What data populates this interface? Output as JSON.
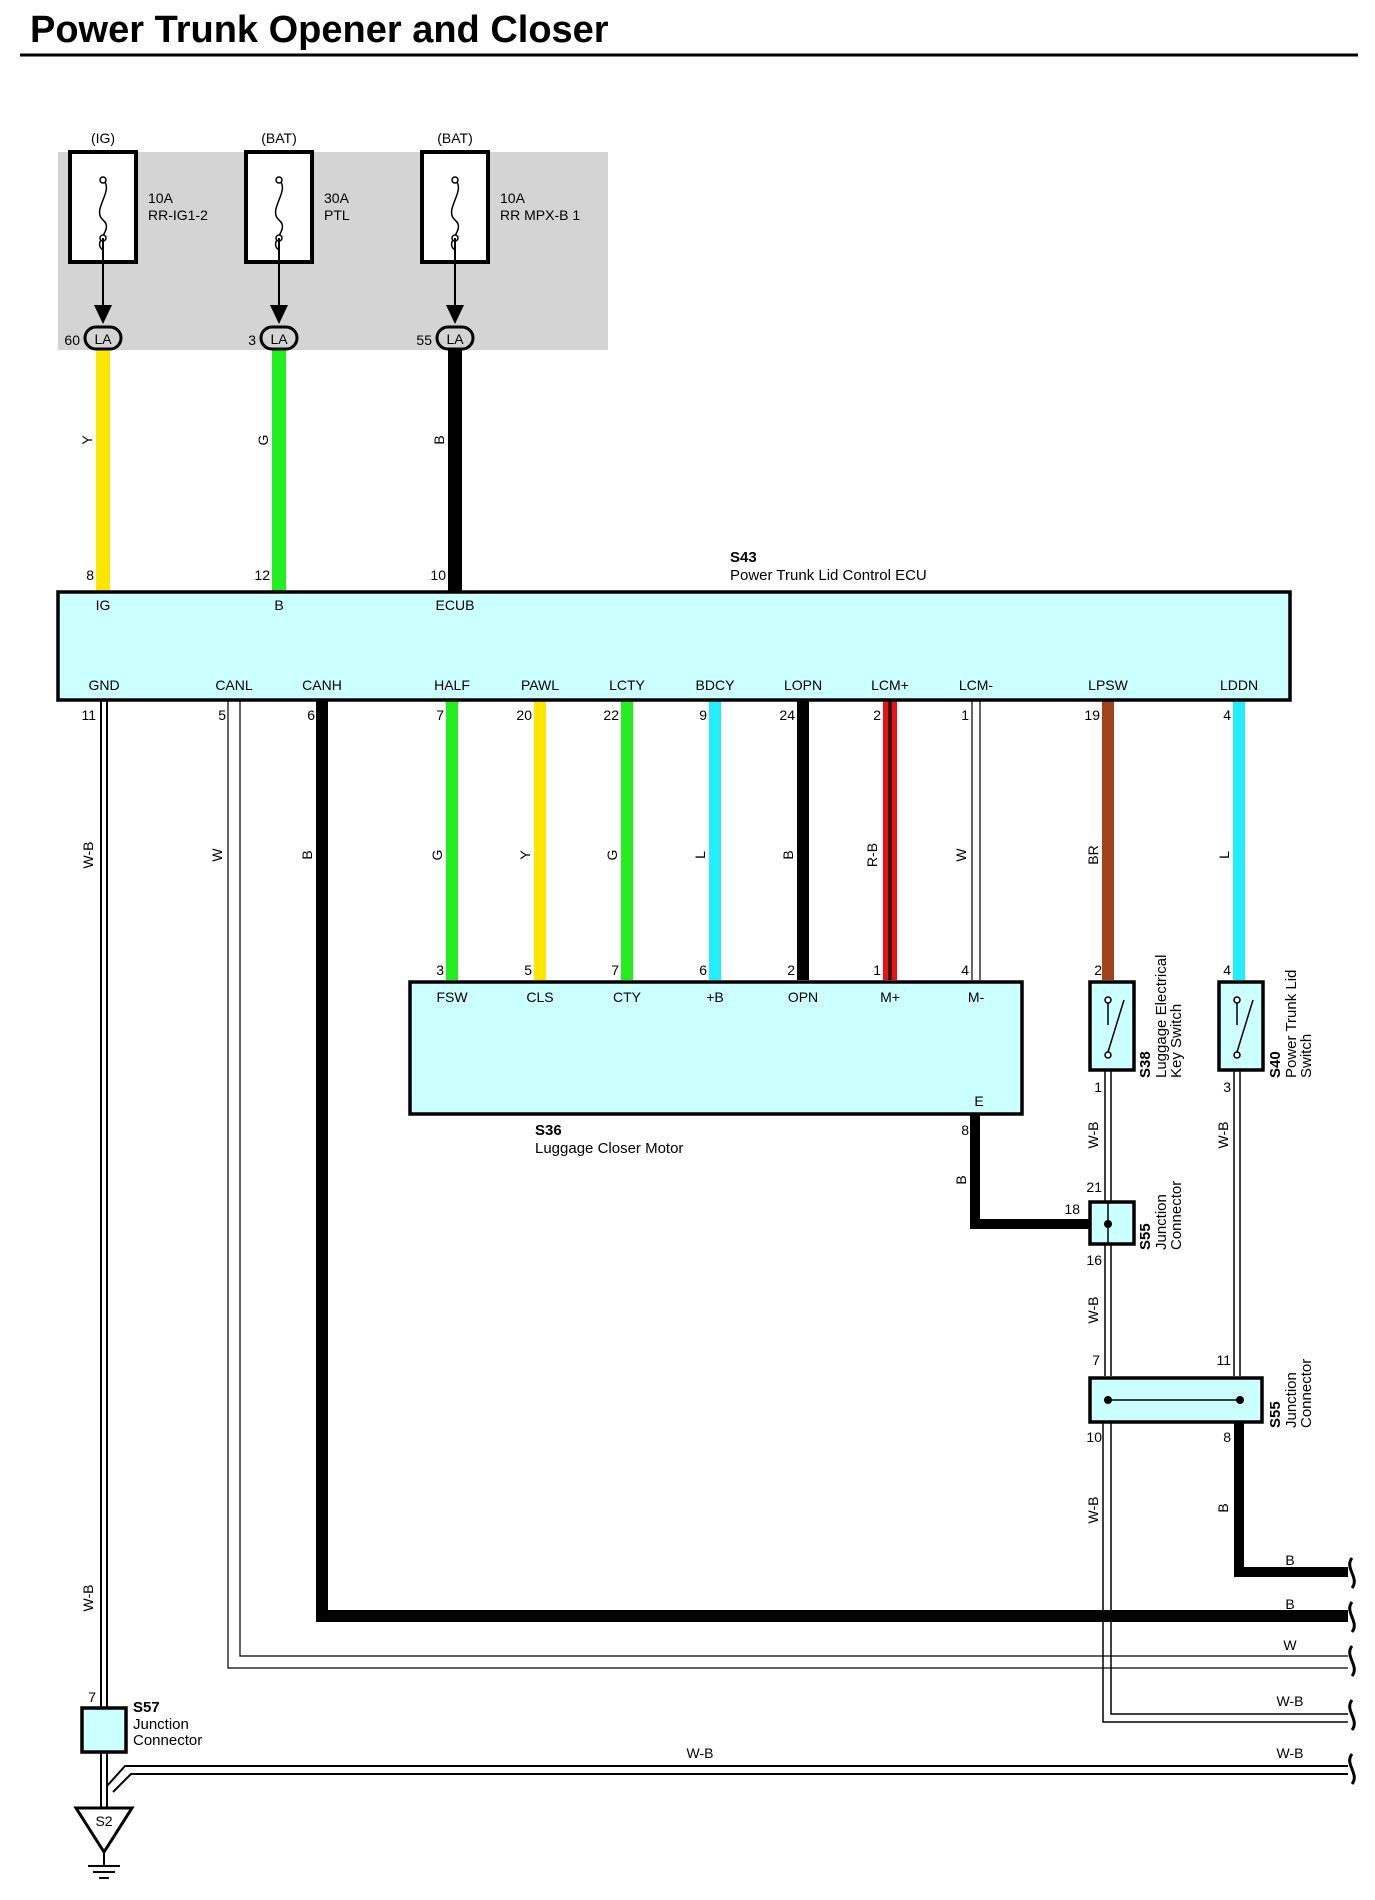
{
  "title": "Power Trunk Opener and Closer",
  "fuses": [
    {
      "supply": "(IG)",
      "amp": "10A",
      "name": "RR-IG1-2",
      "pin": "60",
      "conn": "LA",
      "wire_color": "Y",
      "ecu_pin": "8",
      "ecu_term": "IG"
    },
    {
      "supply": "(BAT)",
      "amp": "30A",
      "name": "PTL",
      "pin": "3",
      "conn": "LA",
      "wire_color": "G",
      "ecu_pin": "12",
      "ecu_term": "B"
    },
    {
      "supply": "(BAT)",
      "amp": "10A",
      "name": "RR MPX-B 1",
      "pin": "55",
      "conn": "LA",
      "wire_color": "B",
      "ecu_pin": "10",
      "ecu_term": "ECUB"
    }
  ],
  "ecu": {
    "code": "S43",
    "name": "Power Trunk Lid Control ECU"
  },
  "ecu_bottom": [
    {
      "term": "GND",
      "pin": "11",
      "wire": "W-B"
    },
    {
      "term": "CANL",
      "pin": "5",
      "wire": "W"
    },
    {
      "term": "CANH",
      "pin": "6",
      "wire": "B"
    },
    {
      "term": "HALF",
      "pin": "7",
      "wire": "G"
    },
    {
      "term": "PAWL",
      "pin": "20",
      "wire": "Y"
    },
    {
      "term": "LCTY",
      "pin": "22",
      "wire": "G"
    },
    {
      "term": "BDCY",
      "pin": "9",
      "wire": "L"
    },
    {
      "term": "LOPN",
      "pin": "24",
      "wire": "B"
    },
    {
      "term": "LCM+",
      "pin": "2",
      "wire": "R-B"
    },
    {
      "term": "LCM-",
      "pin": "1",
      "wire": "W"
    },
    {
      "term": "LPSW",
      "pin": "19",
      "wire": "BR"
    },
    {
      "term": "LDDN",
      "pin": "4",
      "wire": "L"
    }
  ],
  "motor": {
    "code": "S36",
    "name": "Luggage Closer Motor",
    "terms": [
      {
        "term": "FSW",
        "pin": "3"
      },
      {
        "term": "CLS",
        "pin": "5"
      },
      {
        "term": "CTY",
        "pin": "7"
      },
      {
        "term": "+B",
        "pin": "6"
      },
      {
        "term": "OPN",
        "pin": "2"
      },
      {
        "term": "M+",
        "pin": "1"
      },
      {
        "term": "M-",
        "pin": "4"
      }
    ],
    "e_term": "E",
    "e_pin": "8",
    "e_wire": "B"
  },
  "switch_s38": {
    "code": "S38",
    "line1": "Luggage Electrical",
    "line2": "Key Switch",
    "pin_top": "2",
    "pin_bottom": "1",
    "wire_out": "W-B"
  },
  "switch_s40": {
    "code": "S40",
    "line1": "Power Trunk Lid",
    "line2": "Switch",
    "pin_top": "4",
    "pin_bottom": "3",
    "wire_out": "W-B"
  },
  "jc_upper": {
    "code": "S55",
    "line1": "Junction",
    "line2": "Connector",
    "pin_top": "21",
    "pin_left": "18",
    "pin_bottom": "16",
    "wire_out": "W-B"
  },
  "jc_lower": {
    "code": "S55",
    "line1": "Junction",
    "line2": "Connector",
    "pin_tl": "7",
    "pin_tr": "11",
    "pin_bl": "10",
    "pin_br": "8",
    "wire_left": "W-B",
    "wire_right": "B"
  },
  "jc_s57": {
    "code": "S57",
    "line1": "Junction",
    "line2": "Connector",
    "pin": "7",
    "wire_in": "W-B"
  },
  "ground": {
    "label": "S2"
  },
  "right_labels": [
    "B",
    "B",
    "W",
    "W-B",
    "W-B"
  ],
  "bottom_wire_label": "W-B",
  "colors": {
    "Y": "#ffe600",
    "G": "#22ee22",
    "B": "#000000",
    "L": "#22eeff",
    "BR": "#a0421a",
    "R": "#ee1111",
    "component_fill": "#ccffff",
    "fuse_block": "#d4d4d4"
  }
}
